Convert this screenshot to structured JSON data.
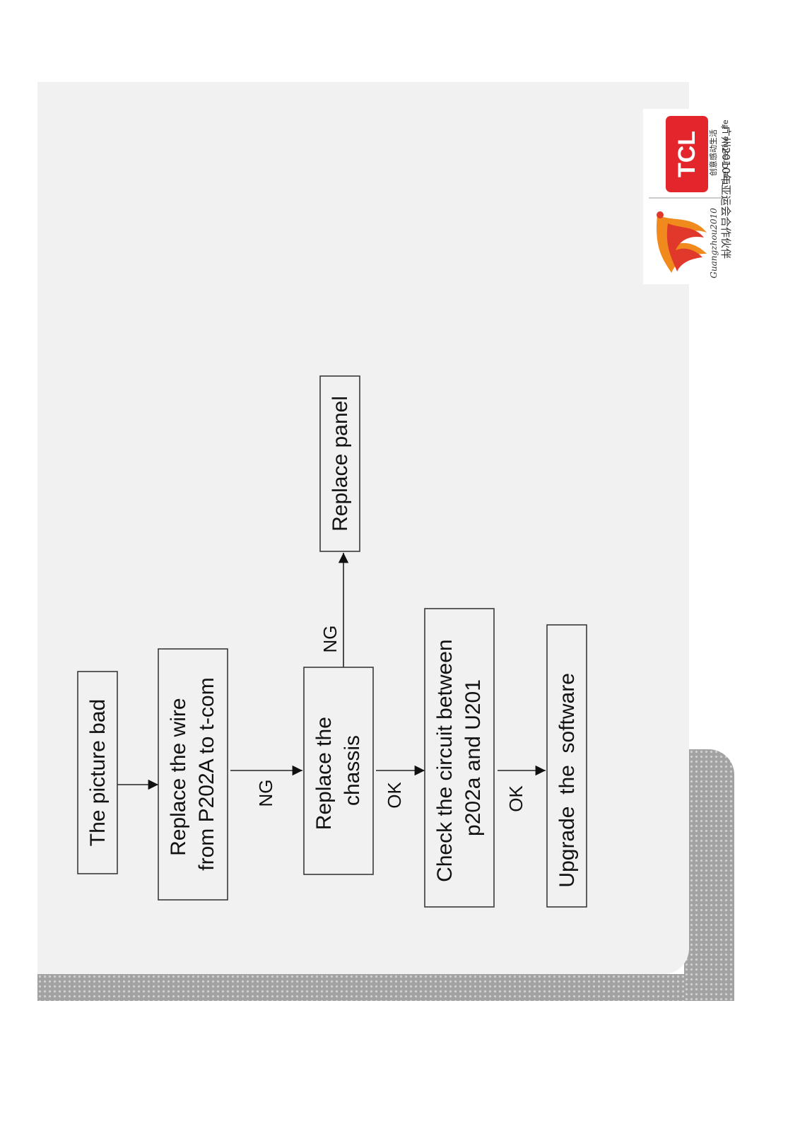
{
  "flowchart": {
    "nodes": [
      {
        "id": "n1",
        "lines": [
          "The picture bad"
        ]
      },
      {
        "id": "n2",
        "lines": [
          "Replace the wire",
          "from P202A to t-com"
        ]
      },
      {
        "id": "n3",
        "lines": [
          "Replace the",
          "chassis"
        ]
      },
      {
        "id": "n4",
        "lines": [
          "Replace panel"
        ]
      },
      {
        "id": "n5",
        "lines": [
          "Check the circuit between",
          "p202a and U201"
        ]
      },
      {
        "id": "n6",
        "lines": [
          "Upgrade  the  software"
        ]
      }
    ],
    "edges": [
      {
        "from": "n1",
        "to": "n2",
        "label": ""
      },
      {
        "from": "n2",
        "to": "n3",
        "label": "NG"
      },
      {
        "from": "n3",
        "to": "n4",
        "label": "NG"
      },
      {
        "from": "n3",
        "to": "n5",
        "label": "OK"
      },
      {
        "from": "n5",
        "to": "n6",
        "label": "OK"
      }
    ]
  },
  "branding": {
    "tcl_logo_text": "TCL",
    "tcl_slogan_cn": "创意感动生活",
    "tcl_slogan_en": "The Creative Life",
    "games_logo_text": "Guangzhou2010",
    "caption": "广州2010年亚运会合作伙伴",
    "colors": {
      "tcl_red": "#e3262b",
      "flame_orange": "#f08a1c",
      "flame_red": "#e0392b"
    }
  }
}
